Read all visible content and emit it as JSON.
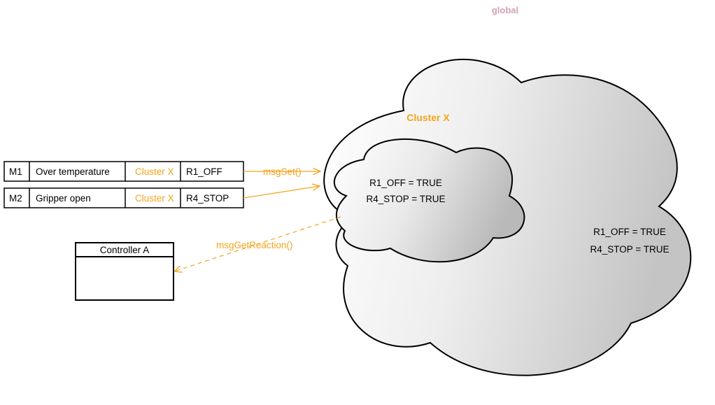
{
  "global_label": "global",
  "cluster_label": "Cluster X",
  "inner_cloud": {
    "lines": [
      "R1_OFF = TRUE",
      "R4_STOP = TRUE"
    ]
  },
  "outer_cloud": {
    "lines": [
      "R1_OFF = TRUE",
      "R4_STOP = TRUE"
    ]
  },
  "messages": [
    {
      "id": "M1",
      "text": "Over temperature",
      "cluster": "Cluster X",
      "reaction": "R1_OFF"
    },
    {
      "id": "M2",
      "text": "Gripper open",
      "cluster": "Cluster X",
      "reaction": "R4_STOP"
    }
  ],
  "arrows": {
    "set_label": "msgSet()",
    "get_label": "msgGetReaction()"
  },
  "controller": {
    "title": "Controller A"
  },
  "colors": {
    "orange": "#f5a31a",
    "global_pink": "#d4a0b8",
    "stroke": "#000000"
  }
}
